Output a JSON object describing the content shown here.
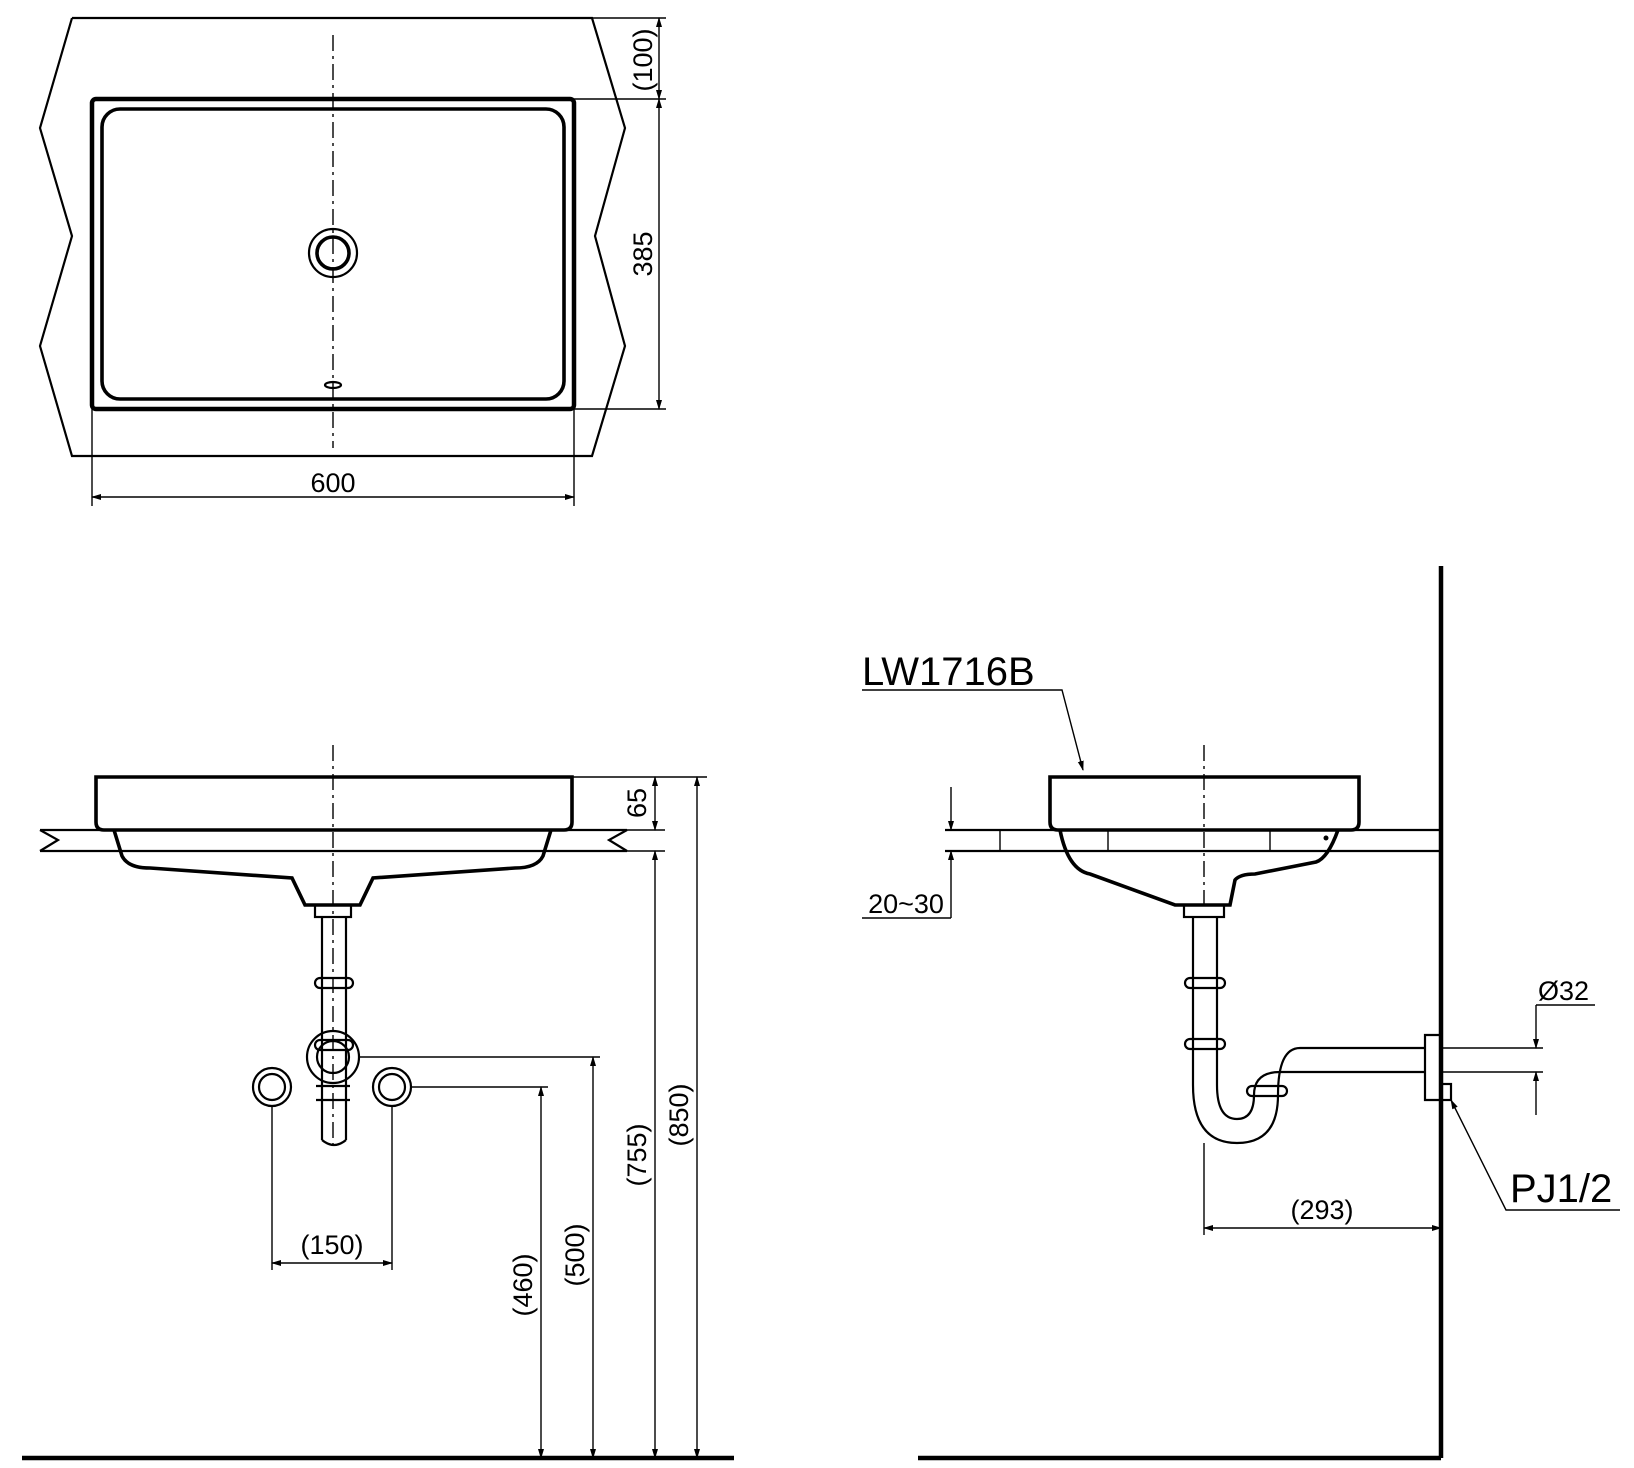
{
  "plan_view": {
    "width_label": "600",
    "depth_label": "385",
    "back_offset_label": "(100)"
  },
  "front_view": {
    "rim_height_label": "65",
    "supply_spacing_label": "(150)",
    "supply_height_label": "(460)",
    "drain_height_label": "(500)",
    "counter_height_label": "(755)",
    "rim_top_height_label": "(850)"
  },
  "side_view": {
    "model_label": "LW1716B",
    "counter_thickness_label": "20~30",
    "wall_distance_label": "(293)",
    "drain_diameter_label": "Ø32",
    "thread_label": "PJ1/2"
  }
}
